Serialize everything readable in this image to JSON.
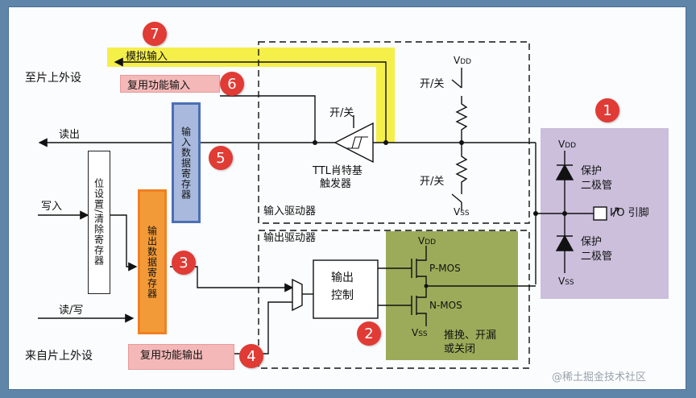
{
  "labels": {
    "to_peripheral": "至片上外设",
    "from_peripheral": "来自片上外设",
    "read": "读出",
    "write": "写入",
    "read_write": "读/写",
    "analog_in": "模拟输入",
    "alt_in": "复用功能输入",
    "alt_out": "复用功能输出",
    "bsrr": "位设置/清除寄存器",
    "idr": "输入数据寄存器",
    "odr": "输出数据寄存器",
    "onoff_top": "开/关",
    "onoff_mid": "开/关",
    "onoff_pull": "开/关",
    "ttl_1": "TTL肖特基",
    "ttl_2": "触发器",
    "input_driver": "输入驱动器",
    "output_driver": "输出驱动器",
    "out_ctrl_1": "输出",
    "out_ctrl_2": "控制",
    "pmos": "P-MOS",
    "nmos": "N-MOS",
    "pp_od_1": "推挽、开漏",
    "pp_od_2": "或关闭",
    "protect_1a": "保护",
    "protect_1b": "二极管",
    "protect_2a": "保护",
    "protect_2b": "二极管",
    "io_pin": "I/O 引脚",
    "vdd": "V",
    "vdd_sub": "DD",
    "vss": "V",
    "vss_sub": "SS",
    "watermark": "@稀土掘金技术社区"
  },
  "badges": [
    "1",
    "2",
    "3",
    "4",
    "5",
    "6",
    "7"
  ],
  "colors": {
    "badge": "#e03b35",
    "analog_highlight": "#f5ef4a",
    "alt_box": "#f4b8b8",
    "idr_fill": "#a9b9dd",
    "idr_border": "#4b6fb6",
    "odr_fill": "#f39a38",
    "output_fet_bg": "#9bab5a",
    "protect_bg": "#cbbfdc"
  }
}
